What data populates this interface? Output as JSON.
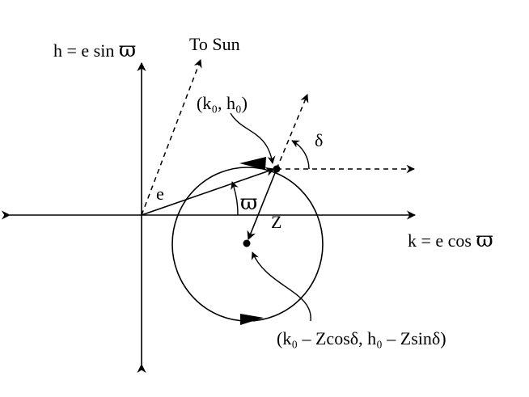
{
  "labels": {
    "h_axis_prefix": "h = e sin ",
    "k_axis_prefix": "k = e cos ",
    "varpi_symbol": "ϖ",
    "to_sun": "To Sun",
    "point_k0_h0": "(k₀, h₀)",
    "delta": "δ",
    "e": "e",
    "Z": "Z",
    "center": "(k₀ – Zcosδ, h₀ – Zsinδ)"
  },
  "colors": {
    "ink": "#000000",
    "background": "#ffffff"
  }
}
